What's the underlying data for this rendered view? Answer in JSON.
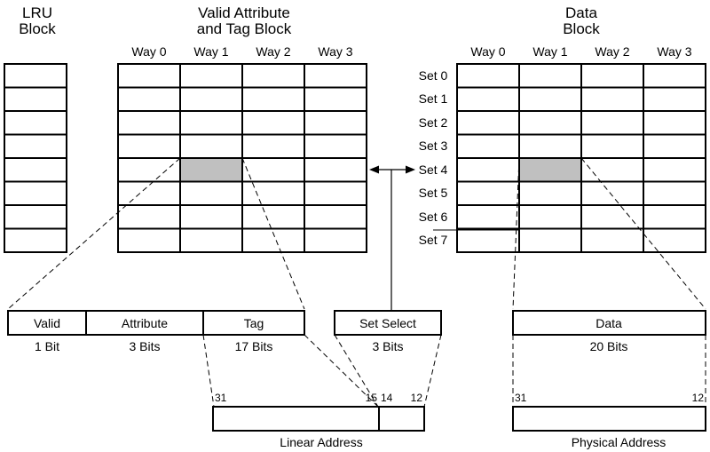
{
  "lru_block": {
    "title_line1": "LRU",
    "title_line2": "Block",
    "rows": 8
  },
  "tag_block": {
    "title_line1": "Valid Attribute",
    "title_line2": "and Tag Block",
    "rows": 8,
    "highlight": {
      "set": 4,
      "way": 1
    }
  },
  "data_block": {
    "title_line1": "Data",
    "title_line2": "Block",
    "rows": 8,
    "highlight": {
      "set": 4,
      "way": 1
    }
  },
  "ways": [
    "Way 0",
    "Way 1",
    "Way 2",
    "Way 3"
  ],
  "sets": [
    "Set 0",
    "Set 1",
    "Set 2",
    "Set 3",
    "Set 4",
    "Set 5",
    "Set 6",
    "Set 7"
  ],
  "tag_fields": [
    {
      "label": "Valid",
      "size": "1 Bit"
    },
    {
      "label": "Attribute",
      "size": "3 Bits"
    },
    {
      "label": "Tag",
      "size": "17 Bits"
    }
  ],
  "set_select": {
    "label": "Set Select",
    "size": "3 Bits"
  },
  "data_field": {
    "label": "Data",
    "size": "20 Bits"
  },
  "linear_address": {
    "caption": "Linear Address",
    "bit_31": "31",
    "bit_15": "15",
    "bit_14": "14",
    "bit_12": "12"
  },
  "physical_address": {
    "caption": "Physical Address",
    "bit_31": "31",
    "bit_12": "12"
  },
  "colors": {
    "highlight": "#c0c0c0",
    "line": "#000000"
  }
}
